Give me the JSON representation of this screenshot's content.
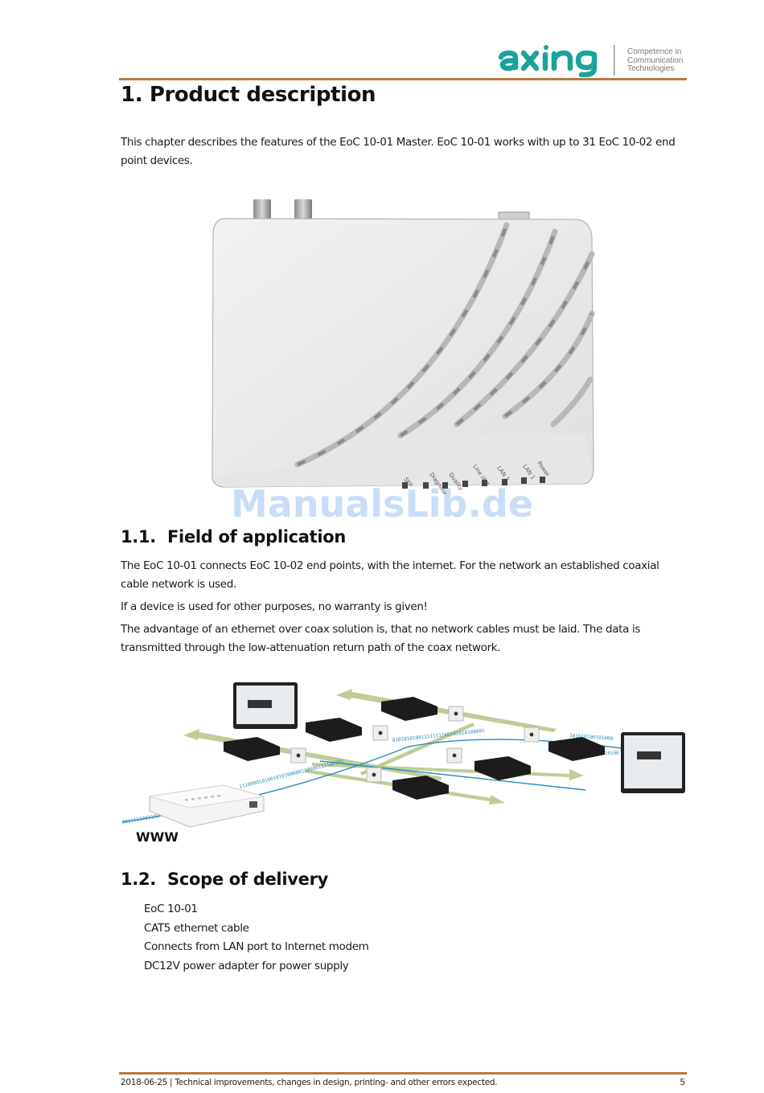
{
  "header": {
    "logo_text": "axing",
    "tagline": [
      "Competence in",
      "Communication",
      "Technologies"
    ],
    "accent_color": "#1aa39a",
    "rule_color": "#b87844"
  },
  "title": "1. Product description",
  "intro": "This chapter describes the features of the EoC 10-01 Master. EoC 10-01 works with up to 31 EoC 10-02 end point devices.",
  "figure1": {
    "led_labels": [
      "SFP",
      "Diagnose",
      "Quality",
      "Line /Act",
      "LAN 2",
      "LAN 1",
      "Power"
    ]
  },
  "watermark": "ManualsLib.de",
  "section_1_1": {
    "number": "1.1.",
    "heading": "Field of application",
    "paragraphs": [
      "The EoC 10-01 connects EoC 10-02 end points, with the internet. For the network an established coaxial cable network is used.",
      "If a device is used for other purposes, no warranty is given!",
      "The advantage of an ethernet over coax solution is, that no network cables must be laid. The data is transmitted through the low-attenuation return path of the coax network."
    ]
  },
  "figure2": {
    "label": "WWW"
  },
  "section_1_2": {
    "number": "1.2.",
    "heading": "Scope of delivery",
    "items": [
      "EoC 10-01",
      "CAT5 ethernet cable",
      "Connects from LAN port to Internet modem",
      "DC12V power adapter for power supply"
    ]
  },
  "footer": {
    "text": "2018-06-25 | Technical improvements, changes in design, printing- and other errors expected.",
    "page": "5"
  }
}
